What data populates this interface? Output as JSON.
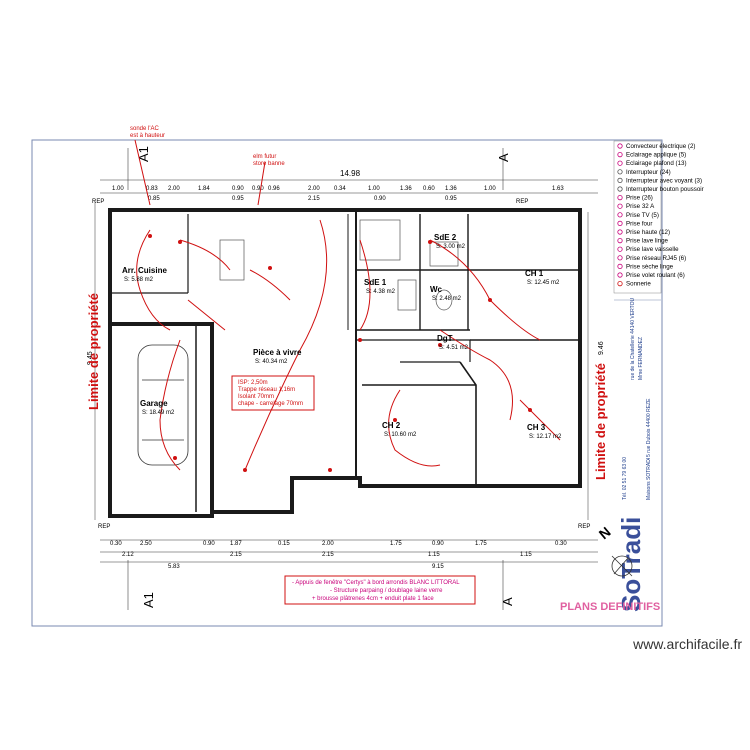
{
  "axes": {
    "a1": "A1",
    "a": "A",
    "rep": "REP"
  },
  "top_total": "14.98",
  "top_dims": [
    "1.00",
    "0.83",
    "2.00",
    "1.84",
    "0.90",
    "0.90",
    "0.96",
    "2.00",
    "0.34",
    "1.00",
    "1.36",
    "0.60",
    "1.36",
    "1.00",
    "1.63"
  ],
  "top_subdims": [
    "0.85",
    "0.95",
    "2.15",
    "0.90",
    "0.95"
  ],
  "left_dim": "9.45",
  "right_dim": "9.46",
  "bottom_dims_1": [
    "0.30",
    "2.50",
    "0.90",
    "1.87",
    "0.15",
    "2.00",
    "1.75",
    "0.90",
    "1.75",
    "0.30"
  ],
  "bottom_dims_2": [
    "2.12",
    "2.15",
    "2.15",
    "1.15",
    "1.15"
  ],
  "bottom_dims_3": [
    "5.83",
    "9.15"
  ],
  "annotations": {
    "sonde": "sonde l'AC\nest à hauteur",
    "elm": "elm futur\nstore banne",
    "insulation": "ISP: 2,50m\nTrappe réseau 1,16m\nIsolant 70mm\nchape - carrelage 70mm"
  },
  "rooms": [
    {
      "name": "Arr. Cuisine",
      "area": "S: 5.88 m2"
    },
    {
      "name": "SdE 1",
      "area": "S: 4.38 m2"
    },
    {
      "name": "SdE 2",
      "area": "S: 3.00 m2"
    },
    {
      "name": "Wc",
      "area": "S: 2.48 m2"
    },
    {
      "name": "CH 1",
      "area": "S: 12.45 m2"
    },
    {
      "name": "DgT",
      "area": "S: 4.51 m2"
    },
    {
      "name": "Pièce à vivre",
      "area": "S: 40.34 m2"
    },
    {
      "name": "Garage",
      "area": "S: 18.49 m2"
    },
    {
      "name": "CH 2",
      "area": "S: 10.60 m2"
    },
    {
      "name": "CH 3",
      "area": "S: 12.17 m2"
    }
  ],
  "property_limit": "Limite de propriété",
  "legend": [
    "Convecteur électrique (2)",
    "Eclairage applique (5)",
    "Eclairage plafond (13)",
    "Interrupteur (24)",
    "Interrupteur avec voyant (3)",
    "Interrupteur bouton poussoir",
    "Prise (26)",
    "Prise 32 A",
    "Prise TV (5)",
    "Prise four",
    "Prise haute (12)",
    "Prise lave linge",
    "Prise lave vaisselle",
    "Prise réseau RJ45 (6)",
    "Prise sèche linge",
    "Prise volet roulant (6)",
    "Sonnerie"
  ],
  "notes_box": [
    "- Appuis de fenêtre \"Certys\" à bord arrondis BLANC LITTORAL",
    "- Structure parpaing / doublage laine verre",
    "+ brousse plâtrenes 4cm + enduit plate 1 face"
  ],
  "company": {
    "name": "Maisons SOTRADI",
    "address": "- 5 rue Dubois 44400 REZE",
    "client": "Mme FERNANDEZ",
    "client_address": "rue de la Chatellerie\n44140 VERTOU",
    "tel": "Tél. 02 51 79 63 00",
    "logo": "SoTradi"
  },
  "plans_definitifs": "PLANS DEFINITIFS",
  "north": "N",
  "watermark": "www.archifacile.fr",
  "colors": {
    "wall": "#1a1a1a",
    "electric": "#d01010",
    "accent": "#c8007a",
    "border": "#7a8ab0"
  }
}
